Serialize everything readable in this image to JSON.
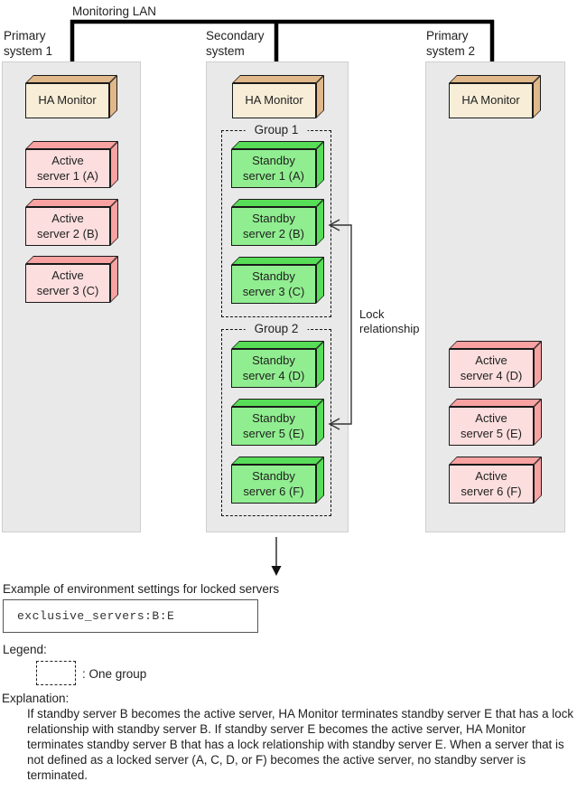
{
  "colors": {
    "panel_bg": "#e9e9e9",
    "ha_face": "#f8eed8",
    "ha_side": "#e0b88a",
    "active_face": "#fcdede",
    "active_side": "#f8a2a2",
    "standby_face": "#90ee90",
    "standby_side": "#57dd57",
    "outline": "#1a1a1a"
  },
  "monitoring_lan_label": "Monitoring LAN",
  "systems": {
    "left": {
      "name_line1": "Primary",
      "name_line2": "system 1",
      "ha_monitor": "HA Monitor",
      "servers": [
        {
          "line1": "Active",
          "line2": "server 1 (A)"
        },
        {
          "line1": "Active",
          "line2": "server 2 (B)"
        },
        {
          "line1": "Active",
          "line2": "server 3 (C)"
        }
      ]
    },
    "middle": {
      "name_line1": "Secondary",
      "name_line2": "system",
      "ha_monitor": "HA Monitor",
      "groups": [
        {
          "label": "Group 1",
          "servers": [
            {
              "line1": "Standby",
              "line2": "server 1 (A)"
            },
            {
              "line1": "Standby",
              "line2": "server 2 (B)"
            },
            {
              "line1": "Standby",
              "line2": "server 3 (C)"
            }
          ]
        },
        {
          "label": "Group 2",
          "servers": [
            {
              "line1": "Standby",
              "line2": "server 4 (D)"
            },
            {
              "line1": "Standby",
              "line2": "server 5 (E)"
            },
            {
              "line1": "Standby",
              "line2": "server 6 (F)"
            }
          ]
        }
      ]
    },
    "right": {
      "name_line1": "Primary",
      "name_line2": "system 2",
      "ha_monitor": "HA Monitor",
      "servers": [
        {
          "line1": "Active",
          "line2": "server 4 (D)"
        },
        {
          "line1": "Active",
          "line2": "server 5 (E)"
        },
        {
          "line1": "Active",
          "line2": "server 6 (F)"
        }
      ]
    }
  },
  "lock_label": {
    "line1": "Lock",
    "line2": "relationship"
  },
  "example_caption": "Example of environment settings for locked servers",
  "code_text": "exclusive_servers:B:E",
  "legend": {
    "label": "Legend:",
    "item": ": One group"
  },
  "explanation": {
    "label": "Explanation:",
    "text": "If standby server B becomes the active server, HA Monitor terminates standby server E that has a lock relationship with standby server B. If standby server E becomes the active server, HA Monitor terminates standby server B that has a lock relationship with standby server E. When a server that is not defined as a locked server (A, C, D, or F) becomes the active server, no standby server is terminated."
  }
}
